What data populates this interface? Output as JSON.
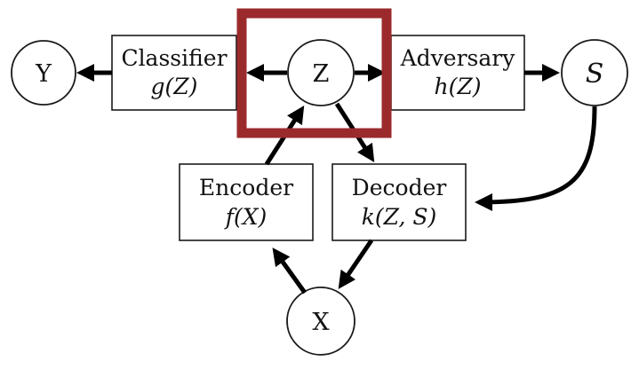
{
  "colors": {
    "highlight": "#9b2a2d",
    "stroke": "#000000"
  },
  "nodes": {
    "y": "Y",
    "z": "Z",
    "s": "S",
    "x": "X"
  },
  "boxes": {
    "classifier": {
      "label": "Classifier",
      "fn": "g(Z)"
    },
    "adversary": {
      "label": "Adversary",
      "fn": "h(Z)"
    },
    "encoder": {
      "label": "Encoder",
      "fn": "f(X)"
    },
    "decoder": {
      "label": "Decoder",
      "fn": "k(Z, S)"
    }
  }
}
